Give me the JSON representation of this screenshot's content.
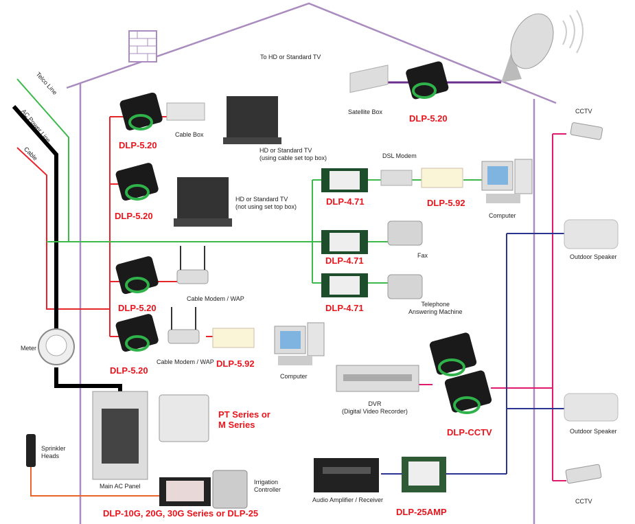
{
  "wires": {
    "telco": "Telco Line",
    "ac_power": "AC Power Line",
    "cable": "Cable"
  },
  "colors": {
    "house": "#a98bc0",
    "cable": "#e8242b",
    "telco": "#3cb94a",
    "ac_power": "#000000",
    "satellite": "#6b2f8e",
    "cctv": "#e0196e",
    "audio": "#2b3390",
    "irrigation": "#e8642b",
    "product_label": "#e8141c"
  },
  "devices": {
    "to_tv": "To HD or Standard TV",
    "satellite_box": "Satellite Box",
    "cable_box": "Cable Box",
    "tv_stb": [
      "HD or Standard TV",
      "(using cable set top box)"
    ],
    "tv_no_stb": [
      "HD or Standard TV",
      "(not using set top box)"
    ],
    "dsl_modem": "DSL Modem",
    "computer_1": "Computer",
    "fax": "Fax",
    "telephone": [
      "Telephone",
      "Answering Machine"
    ],
    "cable_modem_1": "Cable Modem / WAP",
    "cable_modem_2": "Cable Modem / WAP",
    "computer_2": "Computer",
    "cctv_top": "CCTV",
    "speaker_top": "Outdoor Speaker",
    "dvr": [
      "DVR",
      "(Digital Video Recorder)"
    ],
    "speaker_bottom": "Outdoor Speaker",
    "cctv_bottom": "CCTV",
    "meter": "Meter",
    "sprinkler": [
      "Sprinkler",
      "Heads"
    ],
    "main_panel": "Main AC Panel",
    "irrigation": [
      "Irrigation",
      "Controller"
    ],
    "amplifier": "Audio Amplifier / Receiver"
  },
  "products": {
    "sat": "DLP-5.20",
    "tv1": "DLP-5.20",
    "tv2": "DLP-5.20",
    "modem1": "DLP-5.20",
    "modem2": "DLP-5.20",
    "dsl": "DLP-4.71",
    "fax": "DLP-4.71",
    "phone": "DLP-4.71",
    "dsl_data": "DLP-5.92",
    "modem_data": "DLP-5.92",
    "pt": [
      "PT Series or",
      "M Series"
    ],
    "cctv": "DLP-CCTV",
    "irrigation": "DLP-10G, 20G, 30G Series or DLP-25",
    "amp": "DLP-25AMP"
  }
}
